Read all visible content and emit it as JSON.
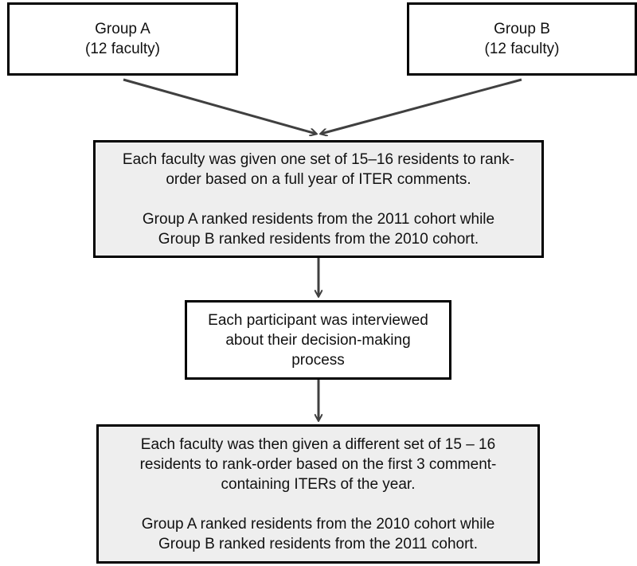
{
  "group_a": {
    "line1": "Group A",
    "line2": "(12 faculty)"
  },
  "group_b": {
    "line1": "Group B",
    "line2": "(12 faculty)"
  },
  "step1": {
    "line1": "Each faculty was given one set of 15–16 residents to rank-",
    "line2": "order based on a full year of ITER comments.",
    "line3": "Group A ranked residents from the 2011 cohort while",
    "line4": "Group B ranked residents from the 2010 cohort."
  },
  "step2": {
    "line1": "Each participant was interviewed",
    "line2": "about their decision-making",
    "line3": "process"
  },
  "step3": {
    "line1": "Each faculty was then given a different set of 15 – 16",
    "line2": "residents to rank-order based on the first 3 comment-",
    "line3": "containing ITERs of the year.",
    "line4": "Group A ranked residents from the 2010 cohort while",
    "line5": "Group B ranked residents from the 2011 cohort."
  },
  "colors": {
    "box_fill_grey": "#eeeeee",
    "border": "#000000",
    "arrow": "#404040"
  }
}
